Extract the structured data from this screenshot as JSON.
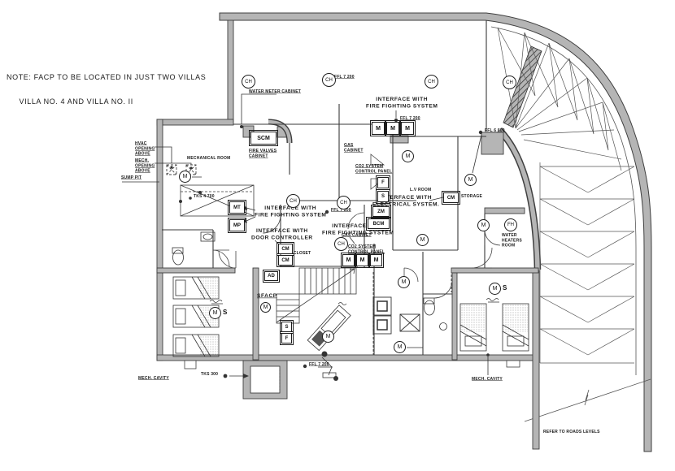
{
  "drawing": {
    "type": "architectural floor plan - villa fire alarm layout"
  },
  "note": {
    "line1": "NOTE: FACP TO BE LOCATED IN JUST TWO VILLAS",
    "line2": "VILLA NO. 4 AND VILLA NO. II"
  },
  "labels": {
    "water_meter_cabinet": "WATER METER CABINET",
    "fire_valves_cabinet": "FIRE VALVES\nCABINET",
    "interface_fire_fighting": "INTERFACE WITH\nFIRE FIGHTING SYSTEM",
    "interface_electrical": "INTERFACE WITH\nELECTRICAL SYSTEM.",
    "interface_door": "INTERFACE WITH\nDOOR CONTROLLER",
    "mechanical_room": "MECHANICAL ROOM",
    "hvac_opening": "HVAC\nOPENING\nABOVE",
    "mech_opening": "MECH.\nOPENING\nABOVE",
    "sump_pit": "SUMP PIT",
    "gas_cabinet": "GAS\nCABINET",
    "gas_cabinet_inline": "GAS CABINET",
    "co2_panel": "CO2 SYSTEM\nCONTROL PANEL",
    "lv_room": "L.V ROOM",
    "storage": "STORAGE",
    "water_heaters_room": "WATER\nHEATERS\nROOM",
    "w_closet": "W. CLOSET",
    "sfacp": "SFACP",
    "mech_cavity": "MECH. CAVITY",
    "tks_300": "TKS 300",
    "tks_4_700": "TKS 4 700",
    "refer_roads": "REFER TO ROADS LEVELS",
    "ffl_7200": "FFL 7 200",
    "ffl_6600": "FFL 6 600",
    "s_suffix": "S"
  },
  "symbols": {
    "ch": "CH",
    "m": "M",
    "fh": "FH",
    "scm": "SCM",
    "bcm": "BCM",
    "zm": "ZM",
    "cm": "CM",
    "mt": "MT",
    "mp": "MP",
    "ad": "AD",
    "s": "S",
    "f": "F"
  },
  "colors": {
    "background": "#ffffff",
    "wall_fill": "#b5b5b5",
    "wall_edge": "#3f3f3f",
    "line": "#333333",
    "text": "#1a1a1a"
  }
}
